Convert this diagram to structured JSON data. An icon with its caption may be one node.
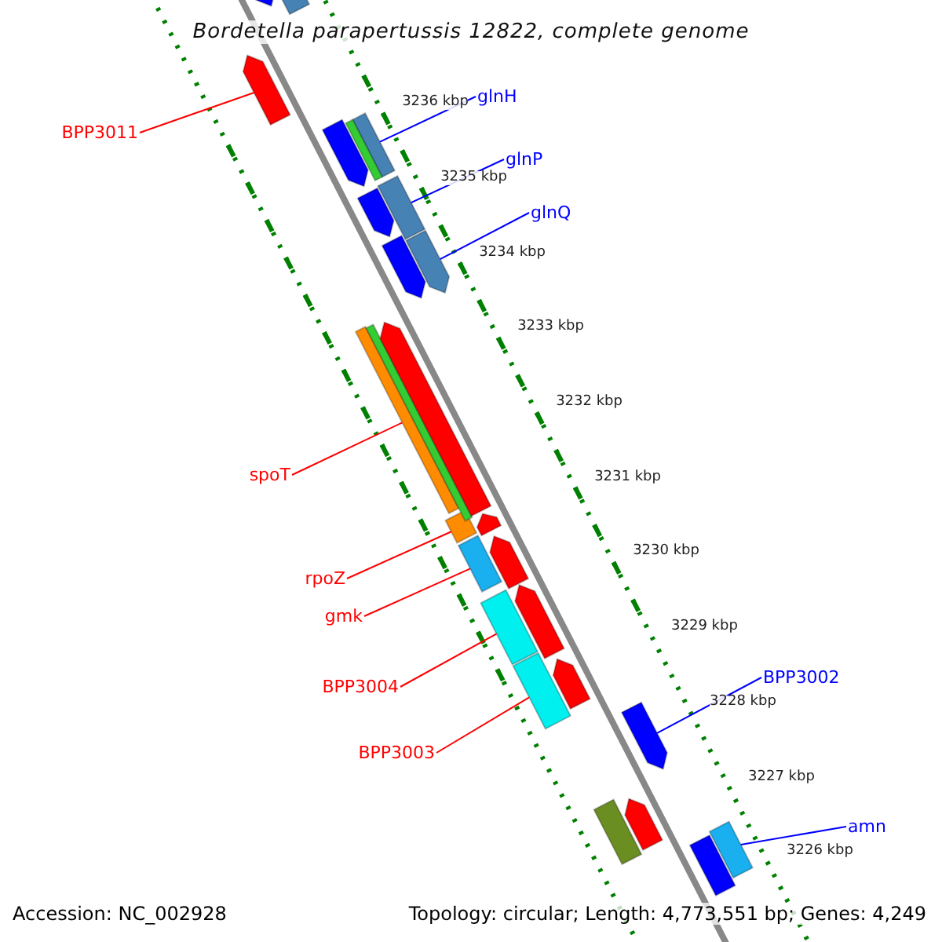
{
  "diagram": {
    "title": "Bordetella parapertussis 12822, complete genome",
    "nodes": [
      {
        "text": [
          "BPP3011"
        ]
      },
      {
        "text": [],
        "shape": "bar"
      },
      {
        "text": [
          "glnH"
        ]
      },
      {
        "text": [],
        "shape": "bar"
      },
      {
        "text": [
          "glnP"
        ]
      },
      {
        "text": [],
        "shape": "bar"
      },
      {
        "text": [
          "glnQ"
        ]
      },
      {
        "text": [],
        "shape": "bar"
      },
      {
        "text": [
          "spoT"
        ]
      },
      {
        "text": [],
        "shape": "bar"
      },
      {
        "text": [
          "rpoZ"
        ]
      },
      {
        "text": [],
        "shape": "bar"
      },
      {
        "text": [
          "gmk"
        ]
      },
      {
        "text": [],
        "shape": "bar"
      },
      {
        "text": [
          "BPP3004"
        ]
      },
      {
        "text": [],
        "shape": "bar"
      },
      {
        "text": [
          "BPP3003"
        ]
      },
      {
        "text": [],
        "shape": "bar"
      },
      {
        "text": [
          "BPP3002"
        ]
      },
      {
        "text": [],
        "shape": "bar"
      },
      {
        "text": [
          "amn"
        ]
      },
      {
        "text": [],
        "shape": "bar"
      },
      {
        "text": [],
        "shape": "bar"
      },
      {
        "text": [],
        "shape": "bar"
      },
      {
        "text": [],
        "shape": "bar"
      },
      {
        "text": [],
        "shape": "bar"
      },
      {
        "text": [],
        "shape": "bar"
      },
      {
        "text": [],
        "shape": "bar"
      },
      {
        "text": [],
        "shape": "bar"
      },
      {
        "text": [],
        "shape": "bar"
      },
      {
        "text": [],
        "shape": "bar"
      },
      {
        "text": [],
        "shape": "bar"
      },
      {
        "text": [],
        "shape": "bar"
      },
      {
        "text": [],
        "shape": "bar"
      },
      {
        "text": [],
        "shape": "bar"
      },
      {
        "text": [],
        "shape": "bar"
      },
      {
        "text": [],
        "shape": "bar"
      }
    ],
    "edges": [
      {
        "from": 0,
        "to": 1,
        "arrow": "none"
      },
      {
        "from": 2,
        "to": 3,
        "arrow": "none",
        "color": "#0000ff"
      },
      {
        "from": 4,
        "to": 5,
        "arrow": "none",
        "color": "#0000ff"
      },
      {
        "from": 6,
        "to": 7,
        "arrow": "none",
        "color": "#0000ff"
      },
      {
        "from": 8,
        "to": 9,
        "arrow": "none"
      },
      {
        "from": 10,
        "to": 11,
        "arrow": "none"
      },
      {
        "from": 12,
        "to": 13,
        "arrow": "none"
      },
      {
        "from": 14,
        "to": 15,
        "arrow": "none"
      },
      {
        "from": 16,
        "to": 17,
        "arrow": "none"
      },
      {
        "from": 18,
        "to": 19,
        "arrow": "none",
        "color": "#0000ff"
      },
      {
        "from": 20,
        "to": 21,
        "arrow": "none",
        "color": "#0000ff"
      }
    ],
    "labels": [
      "3236 kbp",
      "3235 kbp",
      "3234 kbp",
      "3233 kbp",
      "3232 kbp",
      "3231 kbp",
      "3230 kbp",
      "3229 kbp",
      "3228 kbp",
      "3227 kbp",
      "3226 kbp",
      "Accession: NC_002928",
      "Topology: circular; Length: 4,773,551 bp; Genes: 4,249"
    ]
  }
}
